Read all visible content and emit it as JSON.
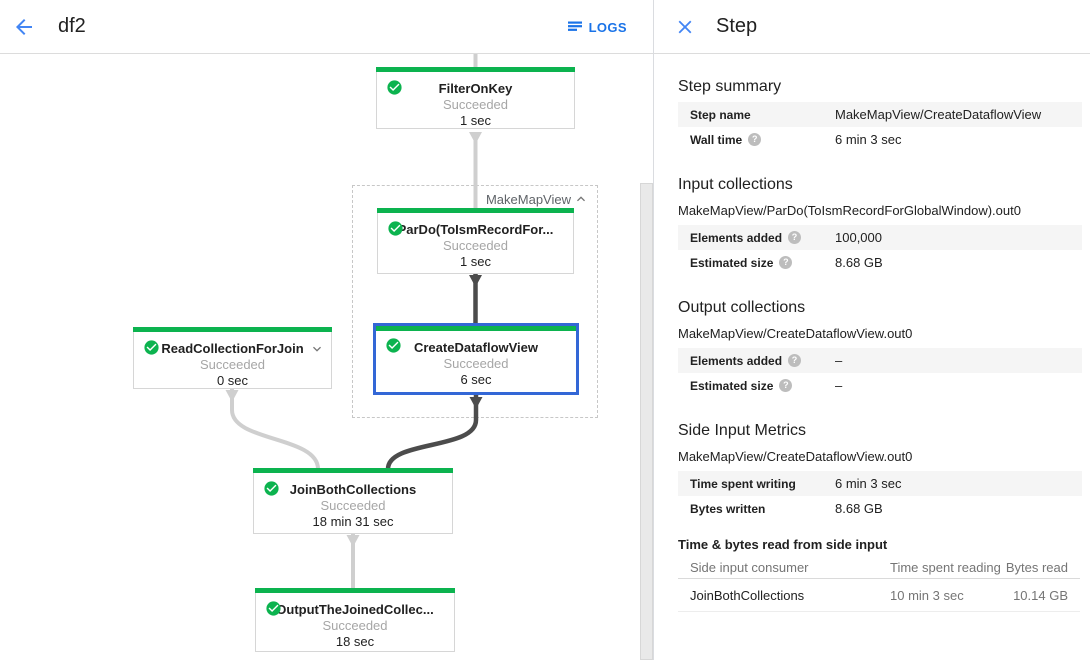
{
  "header": {
    "title": "df2",
    "logs_label": "LOGS"
  },
  "panel": {
    "title": "Step"
  },
  "graph": {
    "group_label": "MakeMapView",
    "nodes": {
      "filteronkey": {
        "title": "FilterOnKey",
        "status": "Succeeded",
        "time": "1 sec"
      },
      "pardo": {
        "title": "ParDo(ToIsmRecordFor...",
        "status": "Succeeded",
        "time": "1 sec"
      },
      "createview": {
        "title": "CreateDataflowView",
        "status": "Succeeded",
        "time": "6 sec"
      },
      "readcollection": {
        "title": "ReadCollectionForJoin",
        "status": "Succeeded",
        "time": "0 sec"
      },
      "joinboth": {
        "title": "JoinBothCollections",
        "status": "Succeeded",
        "time": "18 min 31 sec"
      },
      "outputjoined": {
        "title": "OutputTheJoinedCollec...",
        "status": "Succeeded",
        "time": "18 sec"
      }
    }
  },
  "sections": {
    "step_summary": {
      "heading": "Step summary",
      "rows": [
        {
          "label": "Step name",
          "value": "MakeMapView/CreateDataflowView"
        },
        {
          "label": "Wall time",
          "value": "6 min 3 sec"
        }
      ]
    },
    "input_collections": {
      "heading": "Input collections",
      "subtitle": "MakeMapView/ParDo(ToIsmRecordForGlobalWindow).out0",
      "rows": [
        {
          "label": "Elements added",
          "value": "100,000"
        },
        {
          "label": "Estimated size",
          "value": "8.68 GB"
        }
      ]
    },
    "output_collections": {
      "heading": "Output collections",
      "subtitle": "MakeMapView/CreateDataflowView.out0",
      "rows": [
        {
          "label": "Elements added",
          "value": "–"
        },
        {
          "label": "Estimated size",
          "value": "–"
        }
      ]
    },
    "side_input_metrics": {
      "heading": "Side Input Metrics",
      "subtitle": "MakeMapView/CreateDataflowView.out0",
      "rows": [
        {
          "label": "Time spent writing",
          "value": "6 min 3 sec"
        },
        {
          "label": "Bytes written",
          "value": "8.68 GB"
        }
      ]
    },
    "side_input_table": {
      "heading": "Time & bytes read from side input",
      "columns": [
        "Side input consumer",
        "Time spent reading",
        "Bytes read"
      ],
      "rows": [
        {
          "consumer": "JoinBothCollections",
          "time": "10 min 3 sec",
          "bytes": "10.14 GB"
        }
      ]
    }
  },
  "colors": {
    "accent_blue": "#4285f4",
    "link_blue": "#1a73e8",
    "success_green": "#0cb34f",
    "selected_blue": "#3367d6",
    "edge_light": "#cfcfcf",
    "edge_dark": "#4c4c4c"
  }
}
